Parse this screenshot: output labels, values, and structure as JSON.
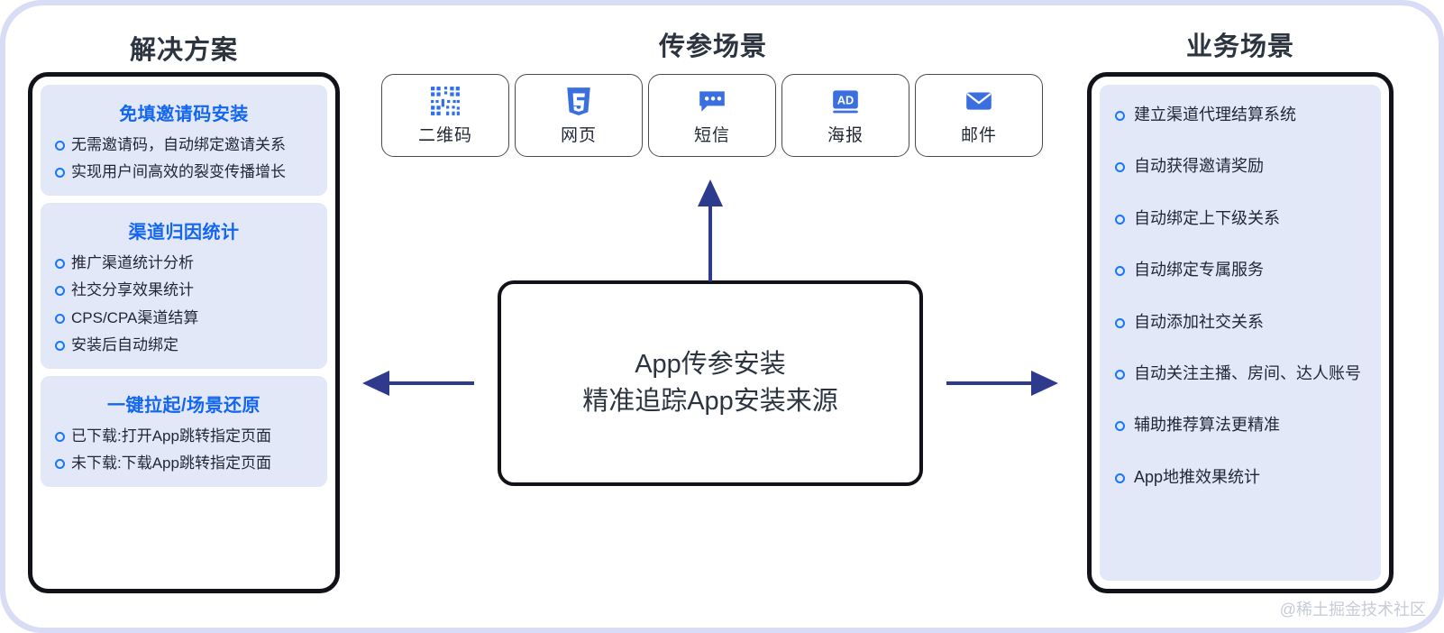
{
  "columns": {
    "left_title": "解决方案",
    "middle_title": "传参场景",
    "right_title": "业务场景"
  },
  "solution_cards": [
    {
      "title": "免填邀请码安装",
      "items": [
        "无需邀请码，自动绑定邀请关系",
        "实现用户间高效的裂变传播增长"
      ]
    },
    {
      "title": "渠道归因统计",
      "items": [
        "推广渠道统计分析",
        "社交分享效果统计",
        "CPS/CPA渠道结算",
        "安装后自动绑定"
      ]
    },
    {
      "title": "一键拉起/场景还原",
      "items": [
        "已下载:打开App跳转指定页面",
        "未下载:下载App跳转指定页面"
      ]
    }
  ],
  "channels": [
    {
      "label": "二维码",
      "icon": "qrcode-icon"
    },
    {
      "label": "网页",
      "icon": "html5-icon"
    },
    {
      "label": "短信",
      "icon": "sms-bubble-icon"
    },
    {
      "label": "海报",
      "icon": "ad-poster-icon"
    },
    {
      "label": "邮件",
      "icon": "envelope-icon"
    }
  ],
  "center": {
    "line1": "App传参安装",
    "line2": "精准追踪App安装来源"
  },
  "business_scenarios": [
    "建立渠道代理结算系统",
    "自动获得邀请奖励",
    "自动绑定上下级关系",
    "自动绑定专属服务",
    "自动添加社交关系",
    "自动关注主播、房间、达人账号",
    "辅助推荐算法更精准",
    "App地推效果统计"
  ],
  "arrows": {
    "left": "arrow-pointing-left",
    "right": "arrow-pointing-right",
    "up": "arrow-pointing-up",
    "color": "#2e3a8c"
  },
  "watermark": "@稀土掘金技术社区",
  "colors": {
    "accent_blue": "#1366f0",
    "bullet_blue": "#1677ff",
    "card_bg": "#e2e8f8",
    "frame": "#d9dcf5",
    "outline": "#111318",
    "title_text": "#2c3440"
  }
}
